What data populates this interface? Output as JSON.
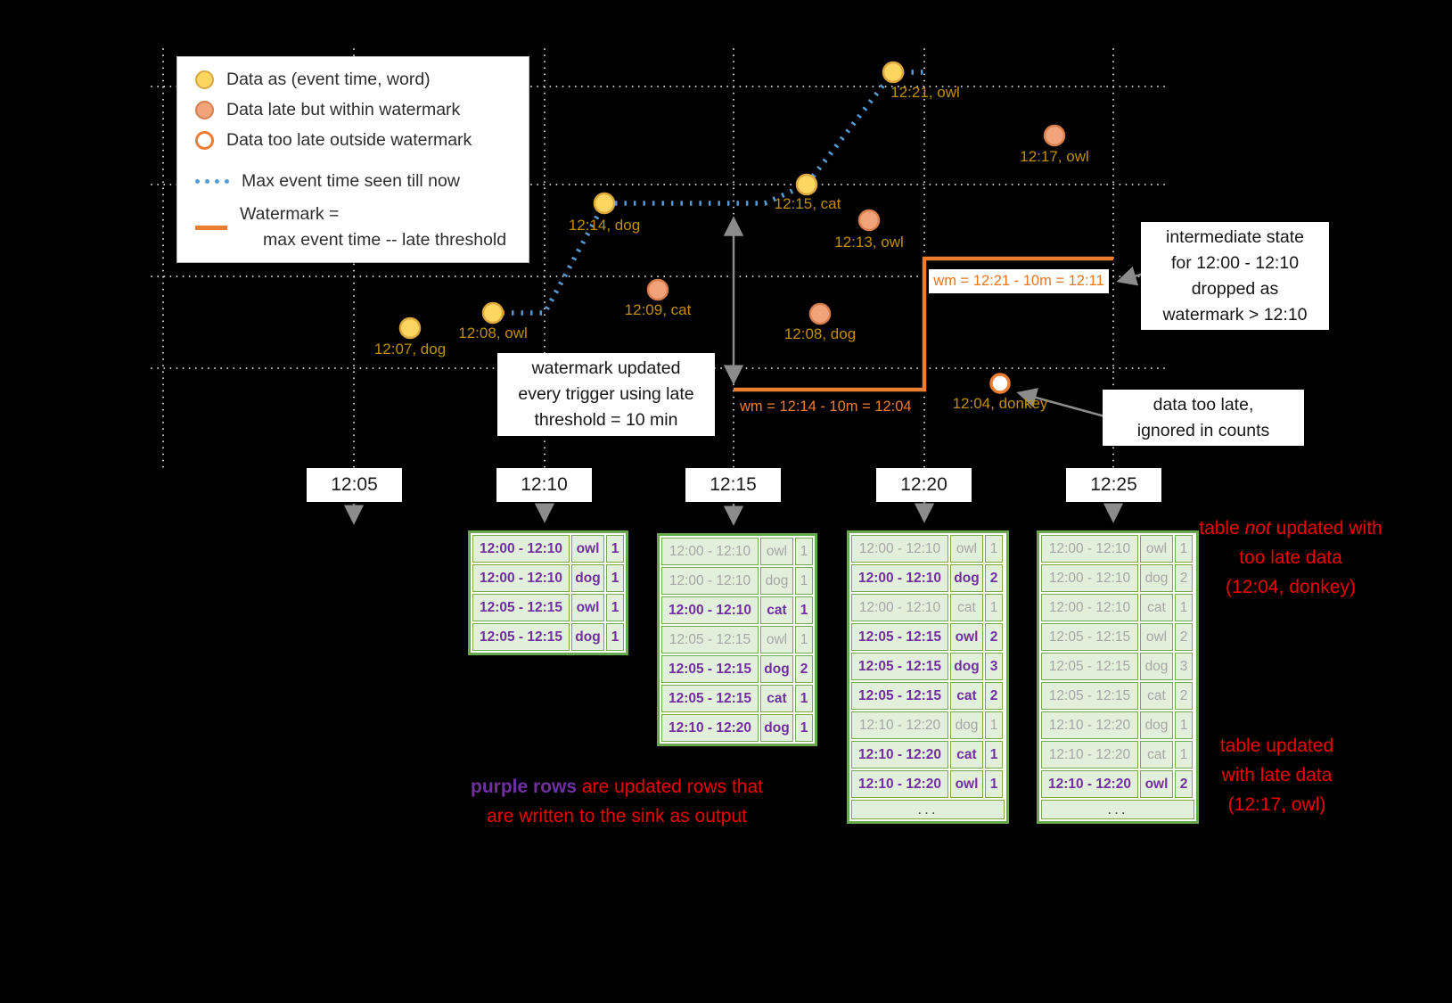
{
  "legend": {
    "items": [
      {
        "icon": "yellow-dot",
        "label": "Data as (event time, word)"
      },
      {
        "icon": "salmon-dot",
        "label": "Data late but within watermark"
      },
      {
        "icon": "orange-ring",
        "label": "Data too late outside watermark"
      },
      {
        "icon": "blue-dotted-line",
        "label": "Max event time seen till now"
      },
      {
        "icon": "orange-line",
        "label": "Watermark =",
        "label2": "max event time -- late threshold"
      }
    ]
  },
  "points": [
    {
      "label": "12:07, dog",
      "type": "on-time"
    },
    {
      "label": "12:08, owl",
      "type": "on-time"
    },
    {
      "label": "12:14, dog",
      "type": "on-time"
    },
    {
      "label": "12:15, cat",
      "type": "on-time"
    },
    {
      "label": "12:21, owl",
      "type": "on-time"
    },
    {
      "label": "12:09, cat",
      "type": "late-within-watermark"
    },
    {
      "label": "12:13, owl",
      "type": "late-within-watermark"
    },
    {
      "label": "12:08, dog",
      "type": "late-within-watermark"
    },
    {
      "label": "12:17, owl",
      "type": "late-within-watermark"
    },
    {
      "label": "12:04, donkey",
      "type": "too-late"
    }
  ],
  "watermark_labels": {
    "first": "wm = 12:14 - 10m = 12:04",
    "second": "wm = 12:21 - 10m = 12:11"
  },
  "callouts": {
    "watermark_update": "watermark updated\nevery trigger using late\nthreshold = 10 min",
    "intermediate_state": "intermediate state\nfor 12:00 - 12:10\ndropped as\nwatermark > 12:10",
    "too_late": "data too late,\nignored in counts"
  },
  "timeline": {
    "labels": [
      "12:05",
      "12:10",
      "12:15",
      "12:20",
      "12:25"
    ]
  },
  "tables": [
    {
      "trigger": "12:10",
      "more": null,
      "rows": [
        {
          "window": "12:00 - 12:10",
          "word": "owl",
          "count": "1",
          "updated": true
        },
        {
          "window": "12:00 - 12:10",
          "word": "dog",
          "count": "1",
          "updated": true
        },
        {
          "window": "12:05 - 12:15",
          "word": "owl",
          "count": "1",
          "updated": true
        },
        {
          "window": "12:05 - 12:15",
          "word": "dog",
          "count": "1",
          "updated": true
        }
      ]
    },
    {
      "trigger": "12:15",
      "more": null,
      "rows": [
        {
          "window": "12:00 - 12:10",
          "word": "owl",
          "count": "1",
          "updated": false
        },
        {
          "window": "12:00 - 12:10",
          "word": "dog",
          "count": "1",
          "updated": false
        },
        {
          "window": "12:00 - 12:10",
          "word": "cat",
          "count": "1",
          "updated": true
        },
        {
          "window": "12:05 - 12:15",
          "word": "owl",
          "count": "1",
          "updated": false
        },
        {
          "window": "12:05 - 12:15",
          "word": "dog",
          "count": "2",
          "updated": true
        },
        {
          "window": "12:05 - 12:15",
          "word": "cat",
          "count": "1",
          "updated": true
        },
        {
          "window": "12:10 - 12:20",
          "word": "dog",
          "count": "1",
          "updated": true
        }
      ]
    },
    {
      "trigger": "12:20",
      "more": "...",
      "rows": [
        {
          "window": "12:00 - 12:10",
          "word": "owl",
          "count": "1",
          "updated": false
        },
        {
          "window": "12:00 - 12:10",
          "word": "dog",
          "count": "2",
          "updated": true
        },
        {
          "window": "12:00 - 12:10",
          "word": "cat",
          "count": "1",
          "updated": false
        },
        {
          "window": "12:05 - 12:15",
          "word": "owl",
          "count": "2",
          "updated": true
        },
        {
          "window": "12:05 - 12:15",
          "word": "dog",
          "count": "3",
          "updated": true
        },
        {
          "window": "12:05 - 12:15",
          "word": "cat",
          "count": "2",
          "updated": true
        },
        {
          "window": "12:10 - 12:20",
          "word": "dog",
          "count": "1",
          "updated": false
        },
        {
          "window": "12:10 - 12:20",
          "word": "cat",
          "count": "1",
          "updated": true
        },
        {
          "window": "12:10 - 12:20",
          "word": "owl",
          "count": "1",
          "updated": true
        }
      ]
    },
    {
      "trigger": "12:25",
      "more": "...",
      "rows": [
        {
          "window": "12:00 - 12:10",
          "word": "owl",
          "count": "1",
          "updated": false
        },
        {
          "window": "12:00 - 12:10",
          "word": "dog",
          "count": "2",
          "updated": false
        },
        {
          "window": "12:00 - 12:10",
          "word": "cat",
          "count": "1",
          "updated": false
        },
        {
          "window": "12:05 - 12:15",
          "word": "owl",
          "count": "2",
          "updated": false
        },
        {
          "window": "12:05 - 12:15",
          "word": "dog",
          "count": "3",
          "updated": false
        },
        {
          "window": "12:05 - 12:15",
          "word": "cat",
          "count": "2",
          "updated": false
        },
        {
          "window": "12:10 - 12:20",
          "word": "dog",
          "count": "1",
          "updated": false
        },
        {
          "window": "12:10 - 12:20",
          "word": "cat",
          "count": "1",
          "updated": false
        },
        {
          "window": "12:10 - 12:20",
          "word": "owl",
          "count": "2",
          "updated": true
        }
      ]
    }
  ],
  "annotations": {
    "purple_note": {
      "em": "purple rows",
      "rest": " are updated rows that\nare written to the sink as output"
    },
    "not_updated": {
      "pre": "table ",
      "em": "not",
      "post": " updated with\ntoo late data\n(12:04, donkey)"
    },
    "updated_late": "table updated\nwith late data\n(12:17, owl)"
  },
  "colors": {
    "on_time_point": "#fdd662",
    "late_point": "#f2a379",
    "too_late_ring": "#ed7d31",
    "max_event_time_line": "#549bd5",
    "watermark_line": "#ed7d31",
    "table_border": "#6aa84f",
    "table_cell_bg": "#e2efda",
    "updated_row_text": "#7030a0",
    "stale_row_text": "#a6a6a6",
    "point_label": "#bf9000",
    "red_note": "#ef0000",
    "background": "#000000"
  }
}
